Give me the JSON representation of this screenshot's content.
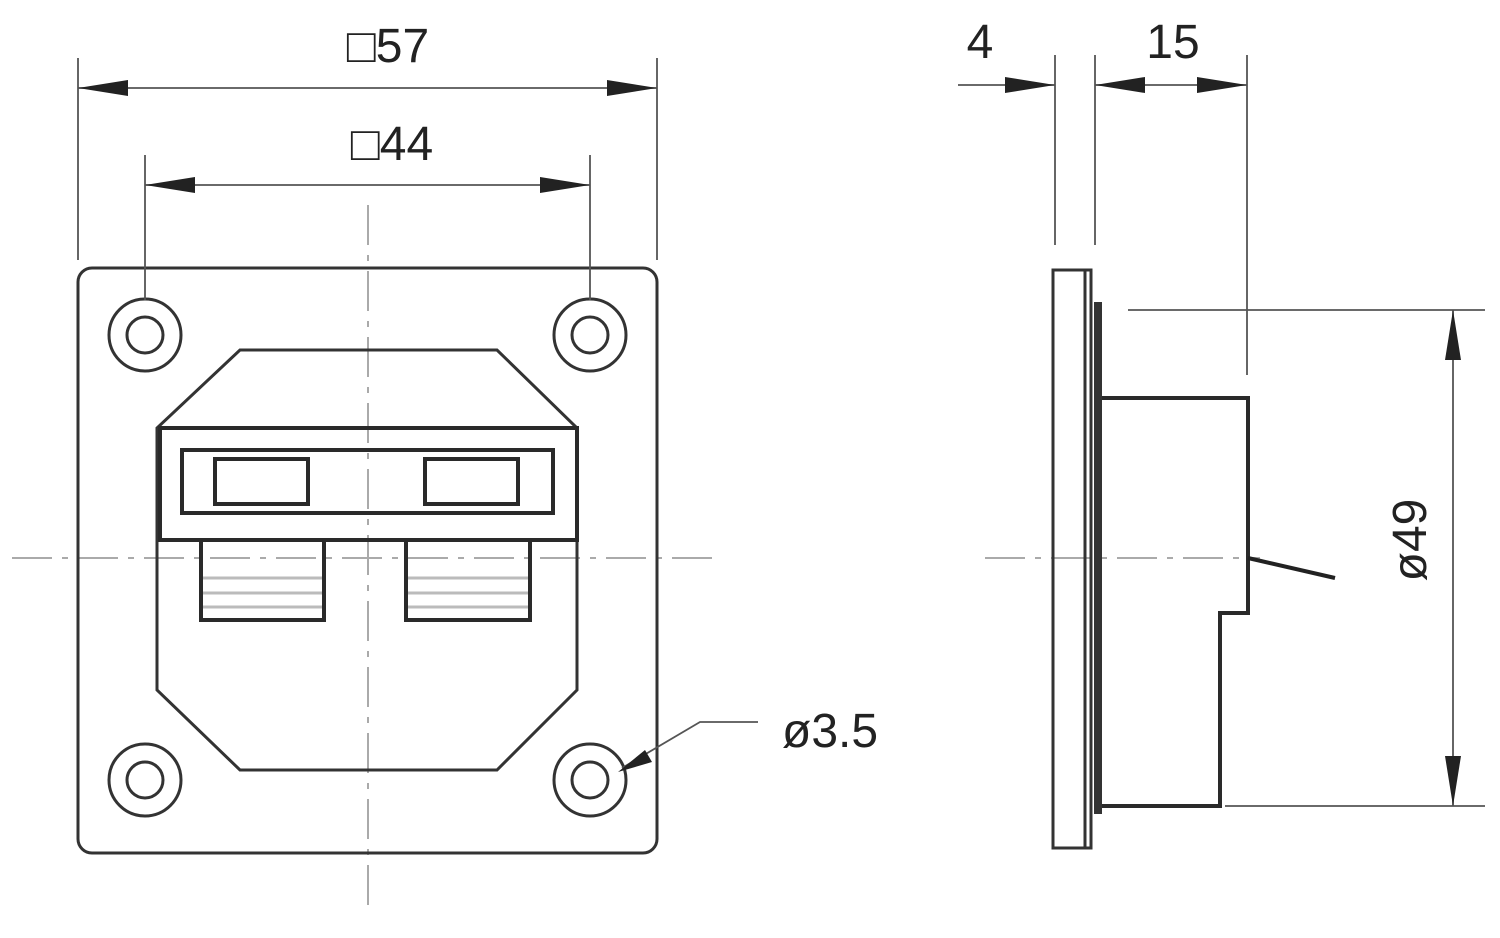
{
  "front_view": {
    "outer_square_dim": "□57",
    "hole_spacing_dim": "□44",
    "hole_diameter_dim": "ø3.5"
  },
  "side_view": {
    "flange_thickness_dim": "4",
    "depth_dim": "15",
    "body_diameter_dim": "ø49"
  }
}
